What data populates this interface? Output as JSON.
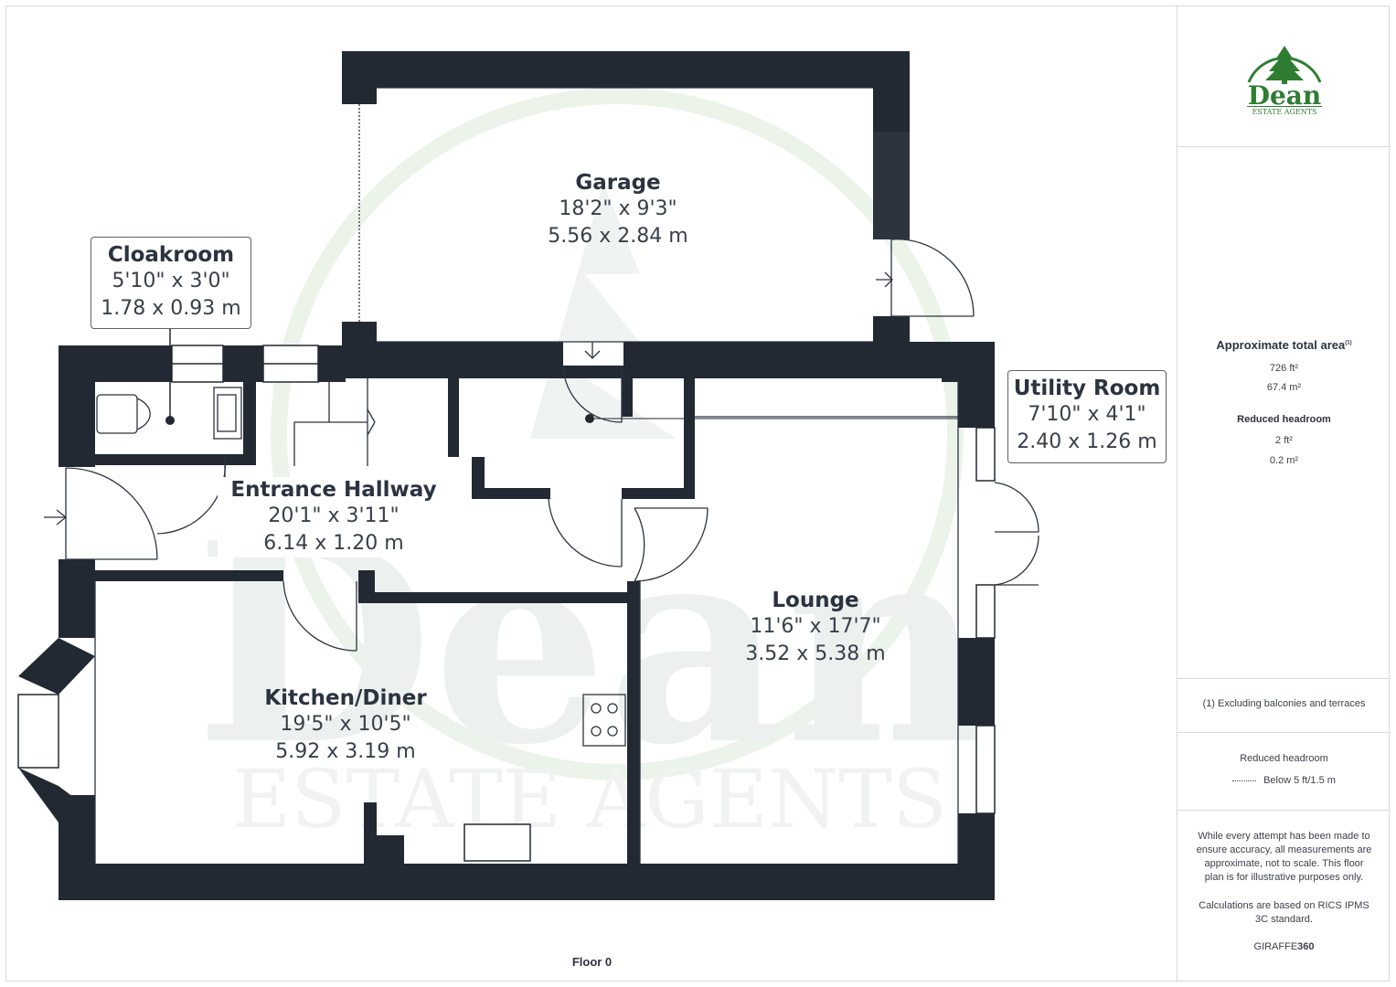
{
  "brand": {
    "name": "Dean",
    "tagline": "ESTATE AGENTS",
    "green": "#2e7d32",
    "watermark_green": "#dcebd9"
  },
  "floor_label": "Floor 0",
  "rooms": {
    "garage": {
      "name": "Garage",
      "imperial": "18'2\" x 9'3\"",
      "metric": "5.56 x 2.84 m"
    },
    "cloakroom": {
      "name": "Cloakroom",
      "imperial": "5'10\" x 3'0\"",
      "metric": "1.78 x 0.93 m"
    },
    "hallway": {
      "name": "Entrance Hallway",
      "imperial": "20'1\" x 3'11\"",
      "metric": "6.14 x 1.20 m"
    },
    "utility": {
      "name": "Utility Room",
      "imperial": "7'10\" x 4'1\"",
      "metric": "2.40 x 1.26 m"
    },
    "lounge": {
      "name": "Lounge",
      "imperial": "11'6\" x 17'7\"",
      "metric": "3.52 x 5.38 m"
    },
    "kitchen": {
      "name": "Kitchen/Diner",
      "imperial": "19'5\" x 10'5\"",
      "metric": "5.92 x 3.19 m"
    }
  },
  "sidebar": {
    "area_title": "Approximate total area",
    "area_note_mark": "(1)",
    "area_ft": "726 ft²",
    "area_m": "67.4 m²",
    "headroom_title": "Reduced headroom",
    "headroom_ft": "2 ft²",
    "headroom_m": "0.2 m²",
    "footnote": "(1) Excluding balconies and terraces",
    "legend_title": "Reduced headroom",
    "legend_text": "Below 5 ft/1.5 m",
    "disclaimer": "While every attempt has been made to ensure accuracy, all measurements are approximate, not to scale. This floor plan is for illustrative purposes only.",
    "calc_note": "Calculations are based on RICS IPMS 3C standard.",
    "credit_prefix": "GIRAFFE",
    "credit_suffix": "360"
  },
  "colors": {
    "wall": "#222933",
    "line": "#2b3340"
  }
}
